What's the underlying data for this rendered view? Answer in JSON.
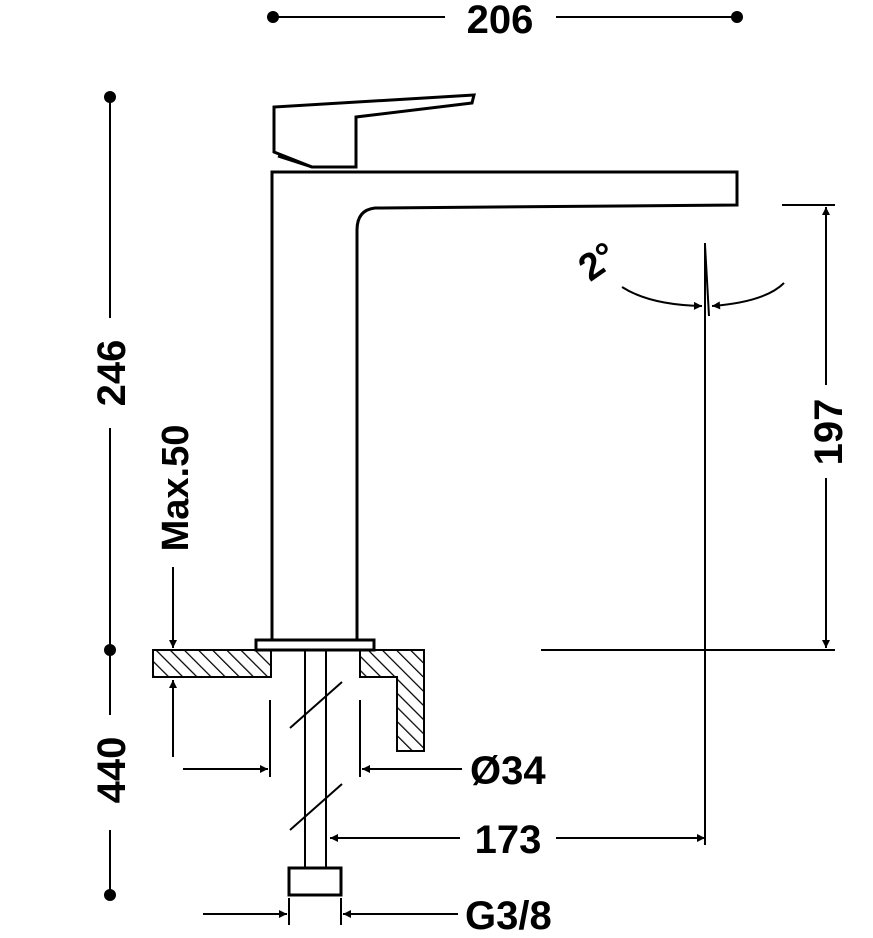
{
  "dimensions": {
    "width_top": "206",
    "height_total": "246",
    "max_deck": "Max.50",
    "below_deck": "440",
    "spout_height": "197",
    "angle": "2°",
    "hole_diameter": "Ø34",
    "reach": "173",
    "connection": "G3/8"
  },
  "colors": {
    "line": "#000000",
    "background": "#ffffff"
  }
}
